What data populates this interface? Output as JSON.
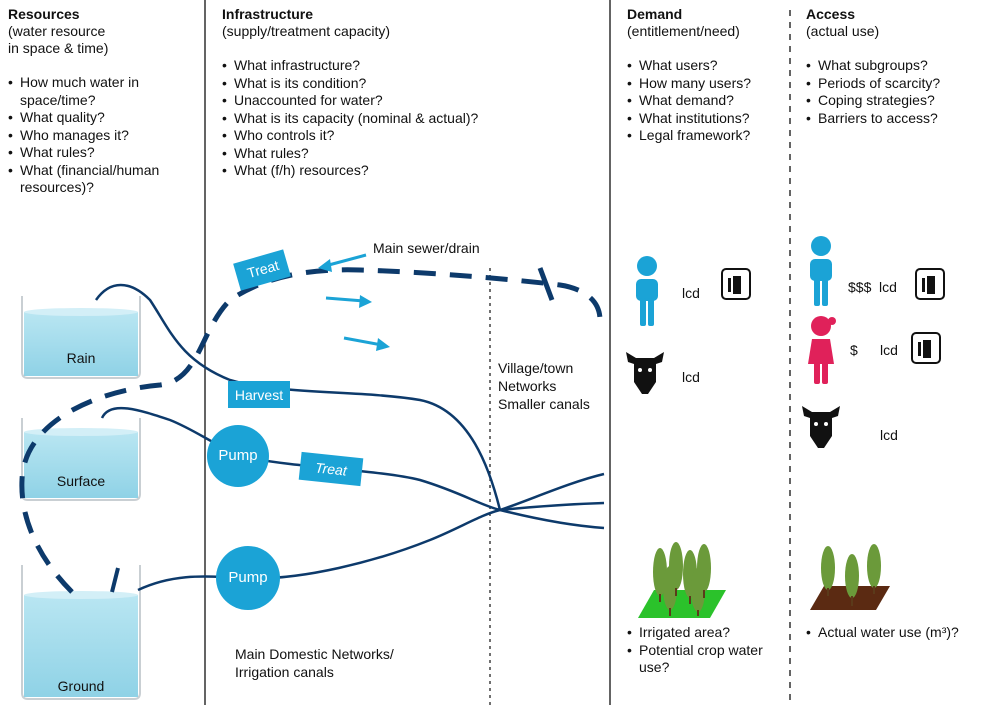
{
  "columns": {
    "resources": {
      "title": "Resources",
      "subtitle_1": "(water resource",
      "subtitle_2": "in space & time)",
      "questions": [
        "How much water in space/time?",
        "What quality?",
        "Who manages it?",
        "What rules?",
        "What (financial/human resources)?"
      ]
    },
    "infrastructure": {
      "title": "Infrastructure",
      "subtitle": "(supply/treatment capacity)",
      "questions": [
        "What infrastructure?",
        "What is its condition?",
        "Unaccounted for water?",
        "What is its capacity (nominal & actual)?",
        "Who controls it?",
        "What rules?",
        "What (f/h) resources?"
      ]
    },
    "demand": {
      "title": "Demand",
      "subtitle": "(entitlement/need)",
      "questions": [
        "What users?",
        "How many users?",
        "What demand?",
        "What institutions?",
        "Legal framework?"
      ],
      "bottom_questions": [
        "Irrigated area?",
        "Potential crop water use?"
      ]
    },
    "access": {
      "title": "Access",
      "subtitle": "(actual use)",
      "questions": [
        "What subgroups?",
        "Periods of scarcity?",
        "Coping strategies?",
        "Barriers to access?"
      ],
      "bottom_question": "Actual water use (m³)?"
    }
  },
  "sources": {
    "rain": "Rain",
    "surface": "Surface",
    "ground": "Ground"
  },
  "infrastructure_labels": {
    "treat_top": "Treat",
    "harvest": "Harvest",
    "pump_1": "Pump",
    "treat_mid": "Treat",
    "pump_2": "Pump",
    "main_sewer": "Main sewer/drain",
    "village_networks_1": "Village/town",
    "village_networks_2": "Networks",
    "village_networks_3": "Smaller canals",
    "main_networks_1": "Main Domestic Networks/",
    "main_networks_2": "Irrigation canals"
  },
  "users": {
    "demand_person_lcd": "lcd",
    "demand_cow_lcd": "lcd",
    "access_rich_cost": "$$$",
    "access_rich_lcd": "lcd",
    "access_poor_cost": "$",
    "access_poor_lcd": "lcd",
    "access_cow_lcd": "lcd"
  },
  "colors": {
    "light_blue": "#1ba3d6",
    "dark_blue": "#0d3a6b",
    "pink": "#e0215a",
    "green": "#2bc22b",
    "brown": "#5b2a12",
    "tree": "#6b9a3a",
    "water": "#9fd9ea"
  }
}
